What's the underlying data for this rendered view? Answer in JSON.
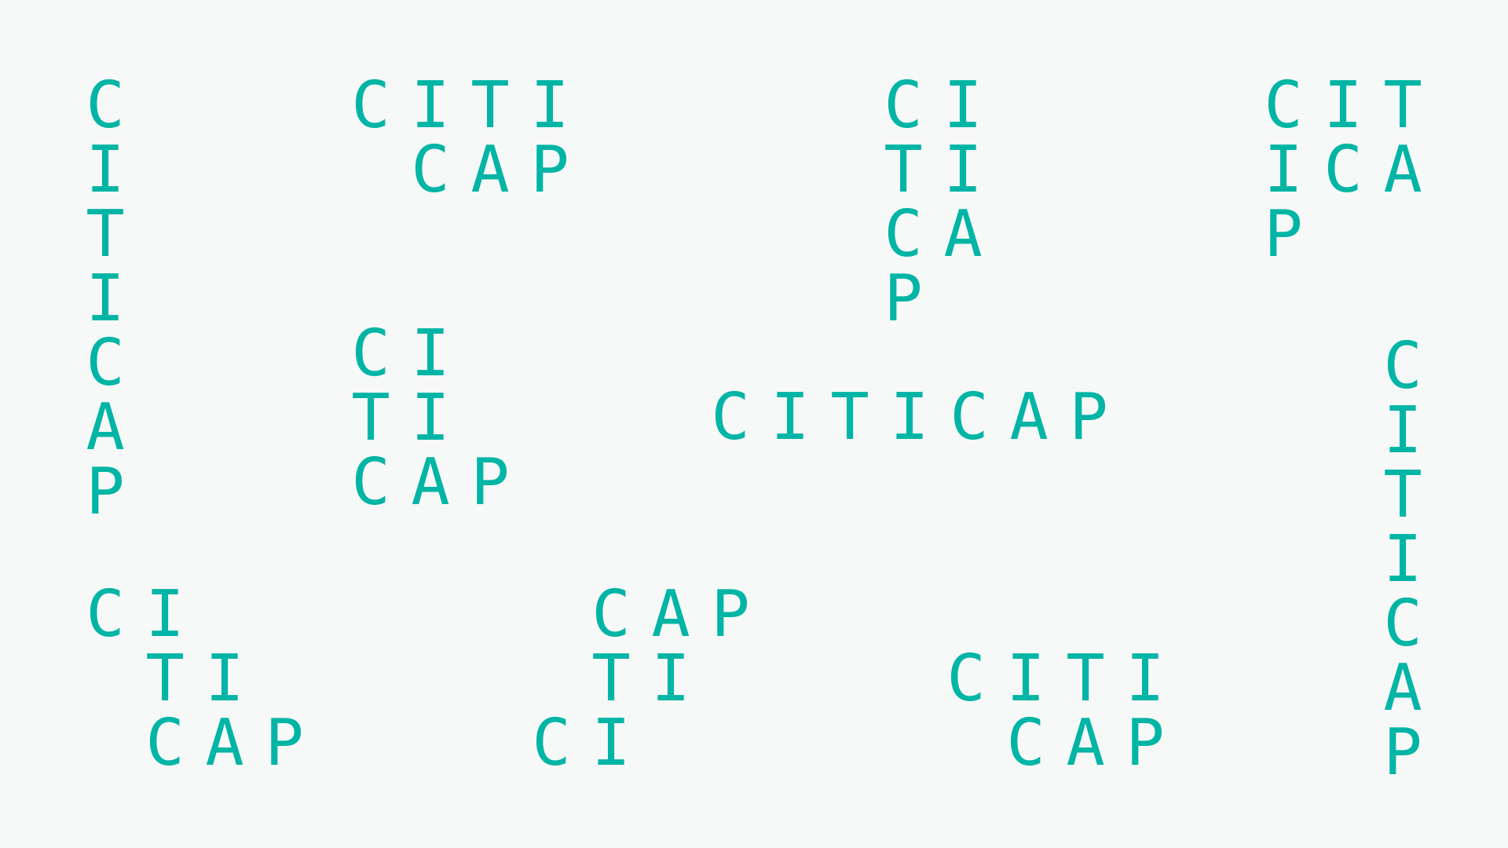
{
  "brand": {
    "accent": "#00b5a5",
    "background": "#f7f8f8"
  },
  "lockups": [
    {
      "id": "vertical-left",
      "letters": [
        "C",
        "I",
        "T",
        "I",
        "C",
        "A",
        "P"
      ]
    },
    {
      "id": "stair-top",
      "rows": [
        [
          "C",
          "I",
          "T",
          "I"
        ],
        [
          "C",
          "A",
          "P"
        ]
      ]
    },
    {
      "id": "stack-ci-ti-ca-p",
      "rows": [
        [
          "C",
          "I"
        ],
        [
          "T",
          "I"
        ],
        [
          "C",
          "A"
        ],
        [
          "P"
        ]
      ]
    },
    {
      "id": "block-top-right",
      "rows": [
        [
          "C",
          "I",
          "T"
        ],
        [
          "I",
          "C",
          "A"
        ],
        [
          "P"
        ]
      ]
    },
    {
      "id": "block-ci-ti-cap",
      "rows": [
        [
          "C",
          "I"
        ],
        [
          "T",
          "I"
        ],
        [
          "C",
          "A",
          "P"
        ]
      ]
    },
    {
      "id": "horizontal-center",
      "letters": [
        "C",
        "I",
        "T",
        "I",
        "C",
        "A",
        "P"
      ]
    },
    {
      "id": "vertical-right",
      "letters": [
        "C",
        "I",
        "T",
        "I",
        "C",
        "A",
        "P"
      ]
    },
    {
      "id": "diagonal-bottom-left",
      "rows": [
        [
          "C",
          "I"
        ],
        [
          "T",
          "I"
        ],
        [
          "C",
          "A",
          "P"
        ]
      ]
    },
    {
      "id": "reverse-bottom-center",
      "rows": [
        [
          "C",
          "A",
          "P"
        ],
        [
          "T",
          "I"
        ],
        [
          "C",
          "I"
        ]
      ]
    },
    {
      "id": "stair-bottom-right",
      "rows": [
        [
          "C",
          "I",
          "T",
          "I"
        ],
        [
          "C",
          "A",
          "P"
        ]
      ]
    }
  ]
}
